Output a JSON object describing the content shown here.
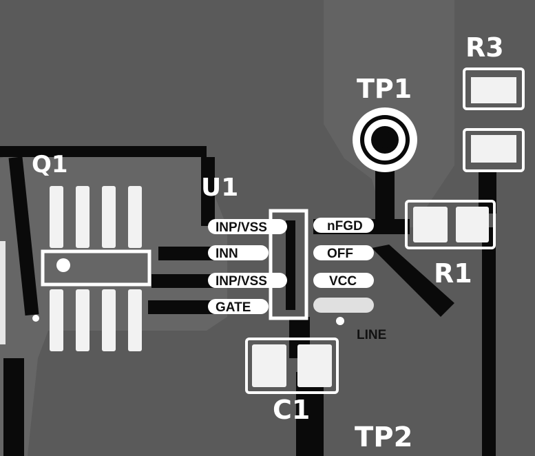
{
  "board": {
    "colors": {
      "background": "#5a5a5a",
      "copper_pour": "#6e6e6e",
      "trace": "#0a0a0a",
      "pad": "#f2f2f2",
      "silkscreen": "#ffffff",
      "pin_label_bg": "#ffffff",
      "pin_label_text": "#111111"
    }
  },
  "designators": {
    "q1": "Q1",
    "u1": "U1",
    "tp1": "TP1",
    "tp2": "TP2",
    "r1": "R1",
    "r3": "R3",
    "c1": "C1"
  },
  "pins": {
    "left": [
      "INP/VSS",
      "INN",
      "INP/VSS",
      "GATE"
    ],
    "right": [
      "nFGD",
      "OFF",
      "VCC",
      ""
    ]
  },
  "net_labels": {
    "line": "LINE"
  }
}
